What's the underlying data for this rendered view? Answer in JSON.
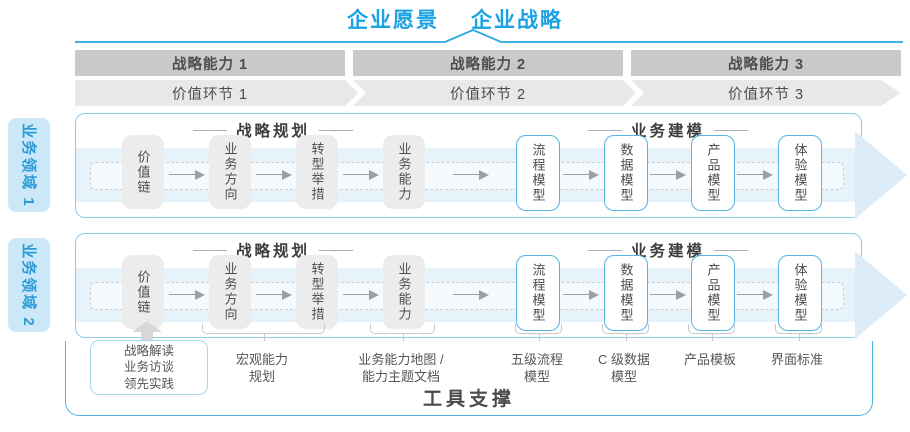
{
  "header": {
    "vision": "企业愿景",
    "strategy": "企业战略"
  },
  "capability_bars": [
    {
      "label": "战略能力 1"
    },
    {
      "label": "战略能力 2"
    },
    {
      "label": "战略能力 3"
    }
  ],
  "value_chain": [
    {
      "label": "价值环节 1"
    },
    {
      "label": "价值环节 2"
    },
    {
      "label": "价值环节 3"
    }
  ],
  "rows": [
    {
      "tab": "业务领域 1",
      "planning_title": "战略规划",
      "modeling_title": "业务建模",
      "boxes": [
        "价值链",
        "业务方向",
        "转型举措",
        "业务能力",
        "流程模型",
        "数据模型",
        "产品模型",
        "体验模型"
      ]
    },
    {
      "tab": "业务领域 2",
      "planning_title": "战略规划",
      "modeling_title": "业务建模",
      "boxes": [
        "价值链",
        "业务方向",
        "转型举措",
        "业务能力",
        "流程模型",
        "数据模型",
        "产品模型",
        "体验模型"
      ]
    }
  ],
  "callout_box": {
    "lines": [
      "战略解读",
      "业务访谈",
      "领先实践"
    ]
  },
  "annotations": [
    {
      "line1": "宏观能力",
      "line2": "规划"
    },
    {
      "line1": "业务能力地图 /",
      "line2": "能力主题文档"
    },
    {
      "line1": "五级流程",
      "line2": "模型"
    },
    {
      "line1": "C 级数据",
      "line2": "模型"
    },
    {
      "line1": "产品模板",
      "line2": ""
    },
    {
      "line1": "界面标准",
      "line2": ""
    }
  ],
  "footer": {
    "label": "工具支撑"
  },
  "colors": {
    "accent_blue": "#29a7e1",
    "tab_fill": "#cbe7f8",
    "tab_text": "#2b9cd8",
    "row_border": "#8fcae9",
    "flow_band_fill": "#e7f3fb",
    "flow_arrow_head": "#dcedf9",
    "capability_bar_gray": "#c9c9c9",
    "value_band_gray": "#e8e8e8",
    "box_gray": "#ececec",
    "box_blue_border": "#55b5e6",
    "tool_border": "#4db1e0"
  }
}
